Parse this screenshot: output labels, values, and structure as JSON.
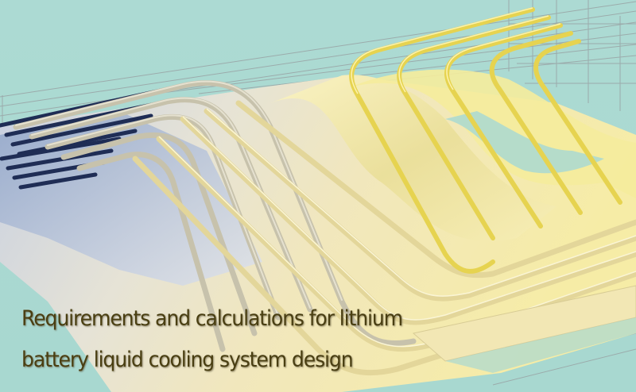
{
  "image": {
    "subject": "3D rendering of a battery liquid cooling plate with serpentine tubes",
    "colors": {
      "background": "#a9d9d1",
      "tube_yellow": "#e8d660",
      "tube_gray": "#cfcab7",
      "plate_cream": "#f2e9bf",
      "plate_blue": "#c8d2e4",
      "dark_channel": "#1f2d55",
      "caption_text": "#4a3f12"
    }
  },
  "caption": {
    "line1": "Requirements and calculations for lithium",
    "line2": "battery liquid cooling system design"
  }
}
